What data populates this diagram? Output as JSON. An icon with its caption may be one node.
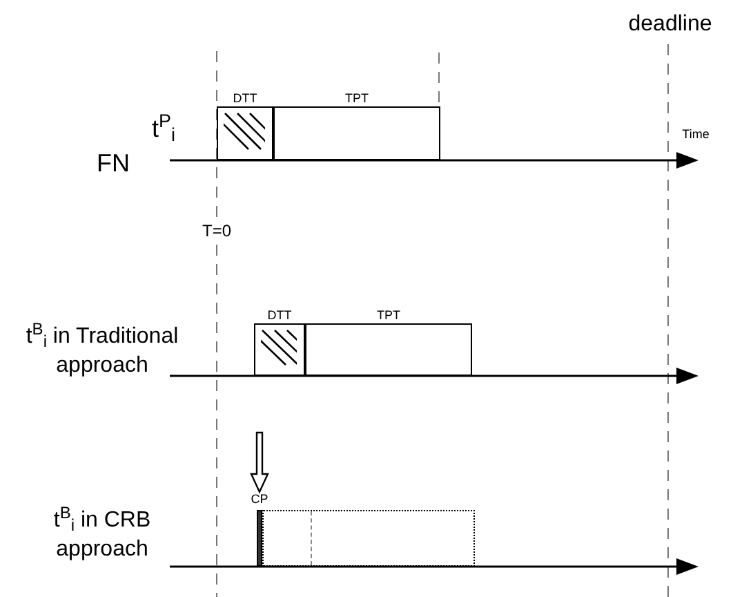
{
  "diagram": {
    "nodes": [
      {
        "text": [
          "DTT"
        ]
      },
      {
        "text": [
          "TPT"
        ]
      },
      {
        "text": [
          "DTT"
        ]
      },
      {
        "text": [
          "TPT"
        ]
      },
      {
        "text": [
          "CP"
        ]
      },
      {
        "text": [],
        "shape": "box"
      }
    ],
    "edges": [
      {
        "from": null,
        "to": 4,
        "arrow": "to"
      }
    ],
    "labels": [
      "deadline",
      "t$^{P}$$_{i}$",
      "FN",
      "Time",
      "T=0",
      "t$^{B}$$_{i}$ in Traditional approach",
      "t$^{B}$$_{i}$ in CRB approach"
    ]
  }
}
